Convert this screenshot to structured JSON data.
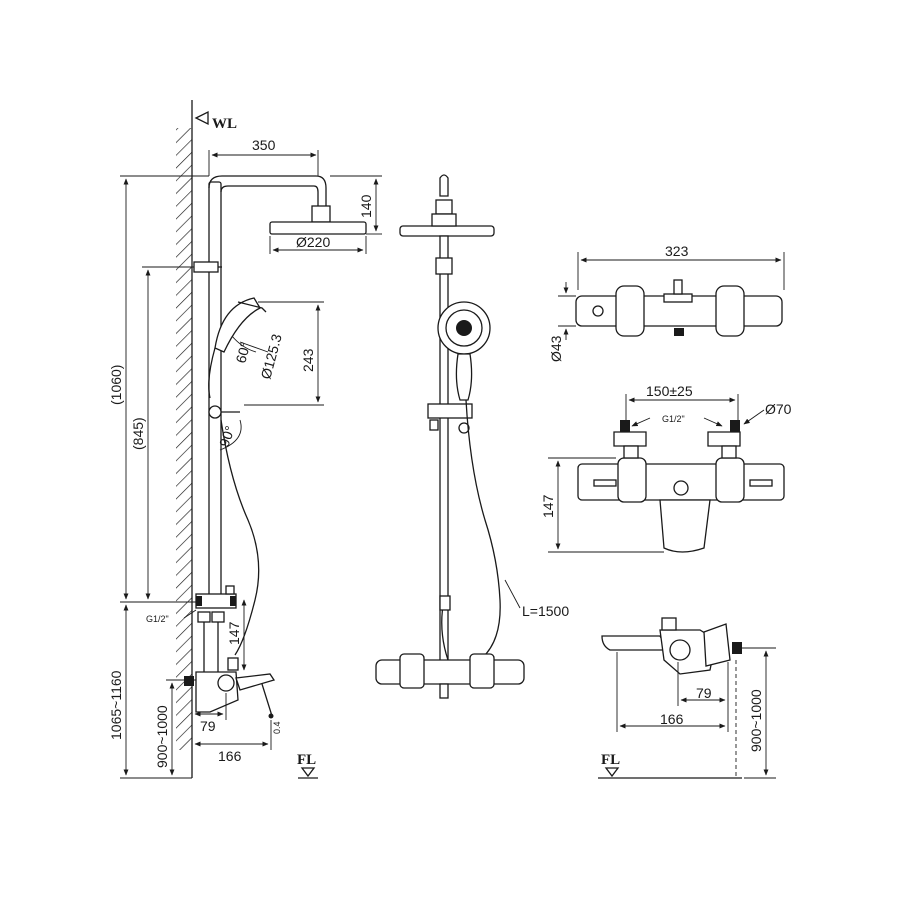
{
  "markers": {
    "wall_level": "WL",
    "floor_level": "FL"
  },
  "side_view": {
    "arm_length": "350",
    "head_drop": "140",
    "head_diameter": "Ø220",
    "overall_height": "(1060)",
    "bar_height": "(845)",
    "hand_shower_height": "243",
    "hand_shower_angle": "60°",
    "hand_shower_diameter": "Ø125.3",
    "holder_angle": "90°",
    "inlet_thread": "G1/2\"",
    "mixer_offset": "147",
    "mount_height": "1065~1160",
    "mixer_height": "900~1000",
    "spout_offset": "79",
    "spout_reach": "166",
    "outlet": "0.4"
  },
  "front_view": {
    "hose_length": "L=1500"
  },
  "mixer_top": {
    "width": "323",
    "body_diameter": "Ø43"
  },
  "mixer_front": {
    "centers": "150±25",
    "flange_diameter": "Ø70",
    "thread": "G1/2\"",
    "height": "147"
  },
  "mixer_side": {
    "offset": "79",
    "reach": "166",
    "height": "900~1000"
  }
}
